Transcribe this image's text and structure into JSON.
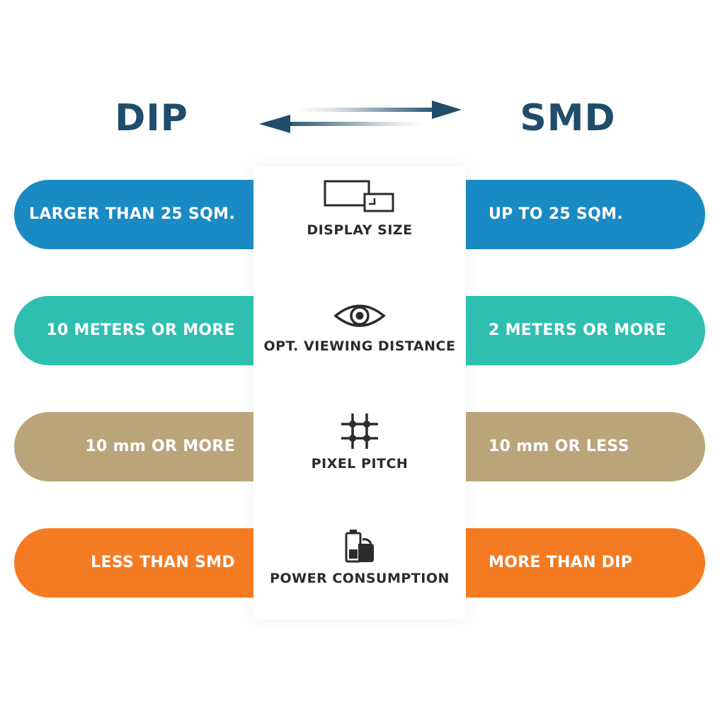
{
  "headings": {
    "left": "DIP",
    "right": "SMD"
  },
  "colors": {
    "heading": "#1f4d6b",
    "arrow": "#1f4d6b"
  },
  "rows": [
    {
      "feature": "DISPLAY SIZE",
      "icon": "display-size-icon",
      "dip": "LARGER THAN 25 SQM.",
      "smd": "UP TO 25 SQM.",
      "color": "#1a8ac4"
    },
    {
      "feature": "OPT. VIEWING DISTANCE",
      "icon": "eye-icon",
      "dip": "10 METERS OR MORE",
      "smd": "2 METERS OR MORE",
      "color": "#2fbfb1"
    },
    {
      "feature": "PIXEL PITCH",
      "icon": "pixel-grid-icon",
      "dip": "10 mm OR MORE",
      "smd": "10 mm OR LESS",
      "color": "#baa57b"
    },
    {
      "feature": "POWER CONSUMPTION",
      "icon": "battery-icon",
      "dip": "LESS THAN SMD",
      "smd": "MORE THAN DIP",
      "color": "#f47b22"
    }
  ]
}
